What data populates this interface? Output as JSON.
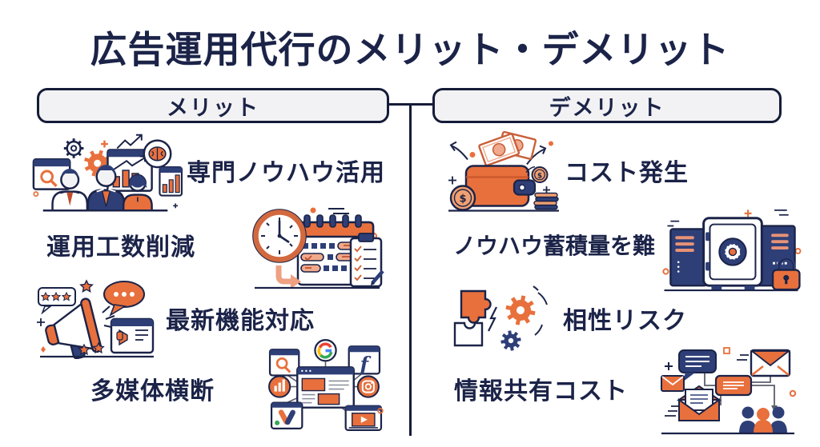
{
  "page": {
    "title": "広告運用代行のメリット・デメリット"
  },
  "merits": {
    "header": "メリット",
    "items": [
      {
        "label": "専門ノウハウ活用",
        "icon": "team-illustration"
      },
      {
        "label": "運用工数削減",
        "icon": "clock-calendar-illustration"
      },
      {
        "label": "最新機能対応",
        "icon": "megaphone-illustration"
      },
      {
        "label": "多媒体横断",
        "icon": "multimedia-illustration"
      }
    ]
  },
  "demerits": {
    "header": "デメリット",
    "items": [
      {
        "label": "コスト発生",
        "icon": "wallet-illustration"
      },
      {
        "label": "ノウハウ蓄積量を難",
        "icon": "safe-illustration"
      },
      {
        "label": "相性リスク",
        "icon": "puzzle-gears-illustration"
      },
      {
        "label": "情報共有コスト",
        "icon": "communication-illustration"
      }
    ]
  },
  "colors": {
    "navy_text": "#1b2348",
    "navy_fill": "#2e3f77",
    "orange": "#e8703d",
    "salmon": "#f0a98c",
    "header_bg": "#f2f2f4",
    "line": "#151c38",
    "background": "#ffffff"
  }
}
